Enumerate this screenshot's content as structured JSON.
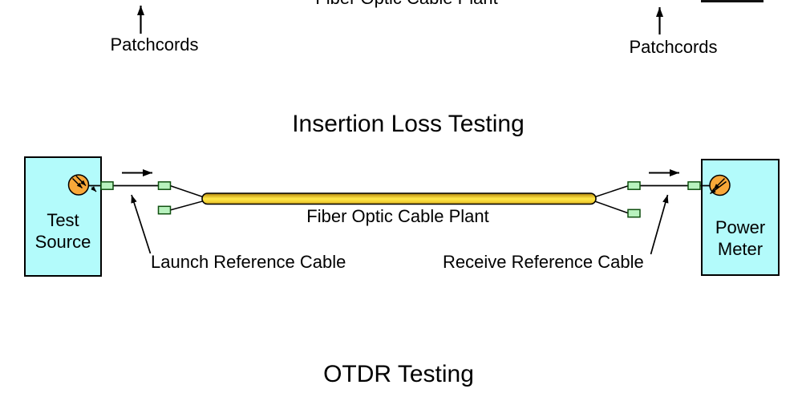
{
  "previous_diagram": {
    "partial_cable_label": "Fiber Optic Cable Plant",
    "patchcords_left_label": "Patchcords",
    "patchcords_right_label": "Patchcords"
  },
  "insertion_loss": {
    "title": "Insertion Loss Testing",
    "test_source_line1": "Test",
    "test_source_line2": "Source",
    "power_meter_line1": "Power",
    "power_meter_line2": "Meter",
    "cable_plant_label": "Fiber Optic Cable Plant",
    "launch_cable_label": "Launch Reference Cable",
    "receive_cable_label": "Receive Reference Cable"
  },
  "otdr": {
    "title": "OTDR Testing"
  },
  "colors": {
    "instrument_box_fill": "#B3FBFB",
    "source_detector_icon_fill": "#F9A839",
    "connector_fill": "#B8F2BE",
    "connector_border": "#0F4F0F",
    "cable_fill_main": "#FFE94A",
    "cable_fill_dark": "#C9A227",
    "outline": "#000000"
  }
}
